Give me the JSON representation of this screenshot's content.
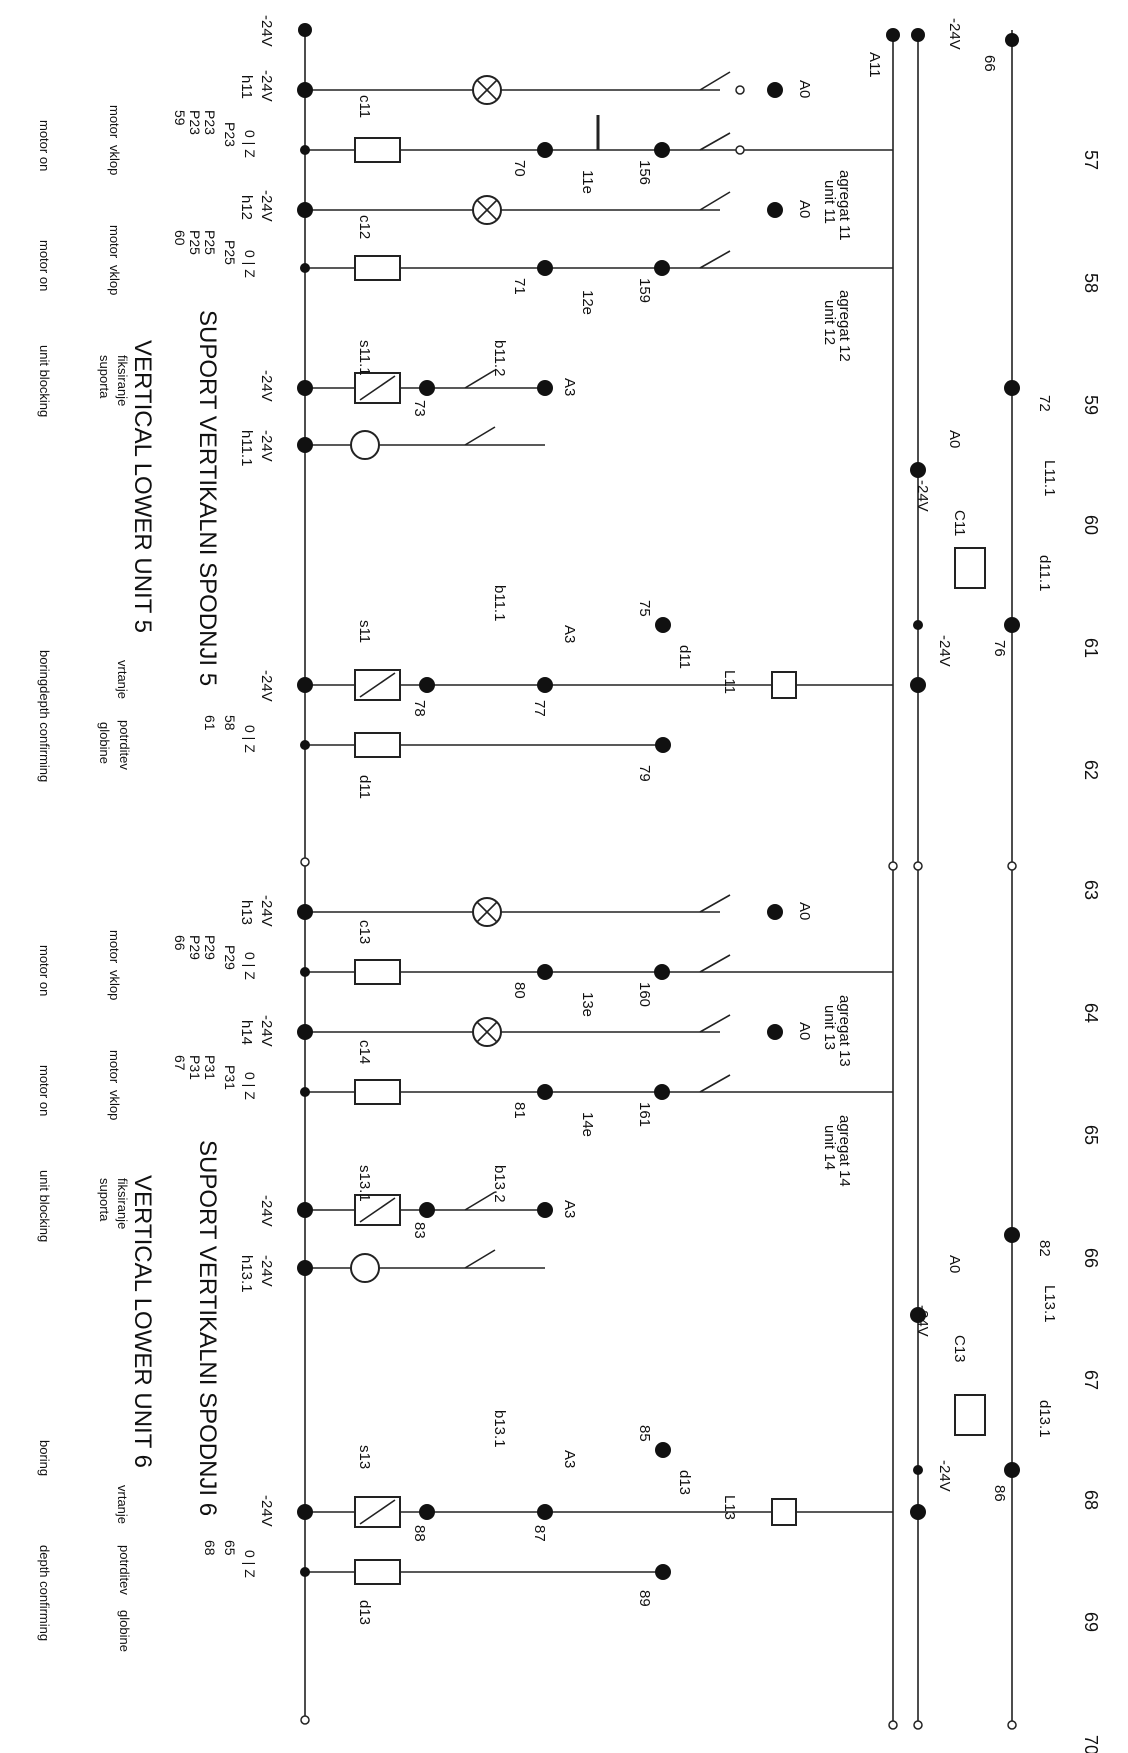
{
  "columns": [
    "57",
    "58",
    "59",
    "60",
    "61",
    "62",
    "63",
    "64",
    "65",
    "66",
    "67",
    "68",
    "69",
    "70"
  ],
  "rails": {
    "left_label_top": "-24V",
    "right_label_top": "-24V",
    "rail_a11": "A11",
    "rail_66": "66"
  },
  "units": [
    {
      "title": "SUPORT VERTIKALNI SPODNJI 5",
      "title_en": "VERTICAL LOWER UNIT 5",
      "agg_a": "agregat 11",
      "agg_a2": "unit 11",
      "agg_b": "agregat 12",
      "agg_b2": "unit 12",
      "lamp_a": "h11",
      "lamp_b": "h12",
      "lamp_c": "h11.1",
      "coil_a": "c11",
      "coil_b": "c12",
      "sol_a": "s11.1",
      "sol_b": "s11",
      "sw_a": "b11.2",
      "sw_b": "b11.1",
      "relay": "d11",
      "relay_c": "d11.1",
      "ind": "L11",
      "ind_b": "L11.1",
      "ind_c": "C11",
      "ther_a": "11e",
      "ther_b": "12e",
      "nodes": [
        "70",
        "71",
        "73",
        "77",
        "78",
        "79",
        "75",
        "76",
        "72",
        "156",
        "159"
      ],
      "motor_a_tags": [
        "P23",
        "P23",
        "P23",
        "59"
      ],
      "motor_b_tags": [
        "P25",
        "P25",
        "P25",
        "60"
      ],
      "depth_tags": [
        "58",
        "61"
      ],
      "txt_motor": "motor",
      "txt_vklop": "vklop",
      "txt_motor_on": "motor on",
      "txt_fiks": "fiksiranje",
      "txt_suporta": "suporta",
      "txt_block": "unit blocking",
      "txt_vrtanje": "vrtanje",
      "txt_boring": "boringdepth confirming",
      "txt_potrditev": "potrditev",
      "txt_globine": "globine",
      "z_label": "0 | Z"
    },
    {
      "title": "SUPORT VERTIKALNI SPODNJI 6",
      "title_en": "VERTICAL LOWER UNIT 6",
      "agg_a": "agregat 13",
      "agg_a2": "unit 13",
      "agg_b": "agregat 14",
      "agg_b2": "unit 14",
      "lamp_a": "h13",
      "lamp_b": "h14",
      "lamp_c": "h13.1",
      "coil_a": "c13",
      "coil_b": "c14",
      "sol_a": "s13.1",
      "sol_b": "s13",
      "sw_a": "b13.2",
      "sw_b": "b13.1",
      "relay": "d13",
      "relay_c": "d13.1",
      "ind": "L13",
      "ind_b": "L13.1",
      "ind_c": "C13",
      "ther_a": "13e",
      "ther_b": "14e",
      "nodes": [
        "80",
        "81",
        "83",
        "87",
        "88",
        "89",
        "85",
        "86",
        "82",
        "160",
        "161"
      ],
      "motor_a_tags": [
        "P29",
        "P29",
        "P29",
        "66"
      ],
      "motor_b_tags": [
        "P31",
        "P31",
        "P31",
        "67"
      ],
      "depth_tags": [
        "65",
        "68"
      ],
      "txt_motor": "motor",
      "txt_vklop": "vklop",
      "txt_motor_on": "motor on",
      "txt_fiks": "fiksiranje",
      "txt_suporta": "suporta",
      "txt_block": "unit blocking",
      "txt_vrtanje": "vrtanje",
      "txt_boring": "boring",
      "txt_boring2": "depth confirming",
      "txt_potrditev": "potrditev",
      "txt_globine": "globine",
      "z_label": "0 | Z"
    }
  ],
  "common": {
    "minus24": "-24V",
    "a0": "A0",
    "a3": "A3"
  }
}
